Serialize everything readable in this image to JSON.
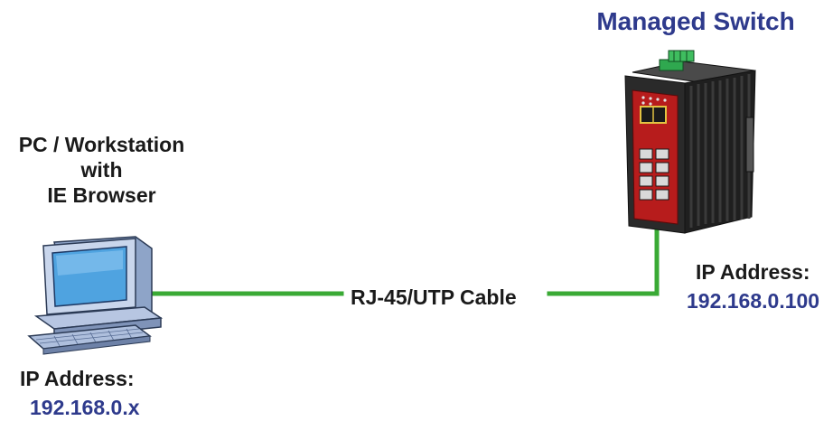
{
  "switch": {
    "title": "Managed Switch",
    "ip_label": "IP Address:",
    "ip_value": "192.168.0.100"
  },
  "pc": {
    "title_lines": [
      "PC / Workstation",
      "with",
      "IE Browser"
    ],
    "ip_label": "IP Address:",
    "ip_value": "192.168.0.x"
  },
  "cable": {
    "label": "RJ-45/UTP Cable",
    "color": "#3aaa35"
  },
  "colors": {
    "label_text": "#1a1a1a",
    "address_text": "#2e3a8c",
    "switch_body": "#2a2a2a",
    "switch_front": "#b71c1c",
    "terminal_block": "#2fa84f",
    "monitor_screen": "#4fa3e0",
    "monitor_body": "#c9d6ec"
  },
  "icons": [
    "desktop-computer-icon",
    "industrial-switch-icon"
  ]
}
